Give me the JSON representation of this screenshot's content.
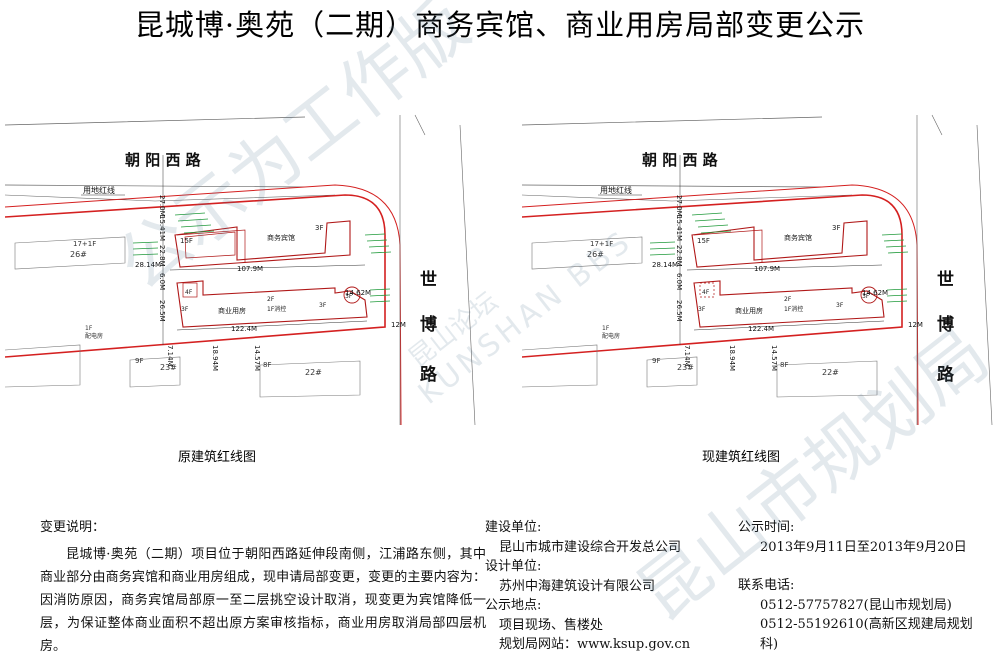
{
  "title": "昆城博·奥苑（二期）商务宾馆、商业用房局部变更公示",
  "plans": {
    "left_caption": "原建筑红线图",
    "right_caption": "现建筑红线图",
    "labels": {
      "road_top": "朝 阳 西 路",
      "road_right_1": "世",
      "road_right_2": "博",
      "road_right_3": "路",
      "red_line": "用地红线",
      "hotel": "商务宾馆",
      "commercial": "商业用房",
      "floor_15f": "15F",
      "floor_3f": "3F",
      "floor_4f": "4F",
      "floor_2f": "2F",
      "floor_1f": "1F",
      "floor_1f_fire": "1F消控",
      "floor_9f": "9F",
      "floor_8f": "8F",
      "floor_17_1f": "17+1F",
      "bldg_26": "26#",
      "bldg_23": "23#",
      "bldg_22": "22#",
      "bike": "配电房",
      "d_107": "107.9M",
      "d_122": "122.4M",
      "d_28": "28.14M",
      "d_14": "14.62M",
      "d_12": "12M",
      "d_27": "27.0M",
      "d_15": "15.41M",
      "d_22": "22.8M",
      "d_6": "6.0M",
      "d_26": "26.5M",
      "d_7": "7.14M",
      "d_18": "18.94M",
      "d_14b": "14.57M"
    }
  },
  "description": {
    "heading": "变更说明：",
    "body": "昆城博·奥苑（二期）项目位于朝阳西路延伸段南侧，江浦路东侧，其中商业部分由商务宾馆和商业用房组成，现申请局部变更，变更的主要内容为：因消防原因，商务宾馆局部原一至二层挑空设计取消，现变更为宾馆降低一层，为保证整体商业面积不超出原方案审核指标，商业用房取消局部四层机房。"
  },
  "info_mid": {
    "builder_label": "建设单位:",
    "builder_value": "昆山市城市建设综合开发总公司",
    "designer_label": "设计单位:",
    "designer_value": "苏州中海建筑设计有限公司",
    "place_label": "公示地点:",
    "place_value_1": "项目现场、售楼处",
    "place_value_2": "规划局网站：www.ksup.gov.cn"
  },
  "info_right": {
    "time_label": "公示时间:",
    "time_value": "2013年9月11日至2013年9月20日",
    "phone_label": "联系电话:",
    "phone_1": "0512-57757827(昆山市规划局)",
    "phone_2": "0512-55192610(高新区规建局规划科)"
  },
  "watermark": {
    "text_1": "昆山论坛",
    "text_2": "KUNSHAN BBS",
    "text_3": "公示为工作版",
    "text_4": "昆山市规划局"
  },
  "colors": {
    "red_line": "#d42020",
    "building": "#b01818",
    "green_note": "#1f9a3a",
    "grid": "#555555",
    "watermark": "#5a7a96"
  }
}
